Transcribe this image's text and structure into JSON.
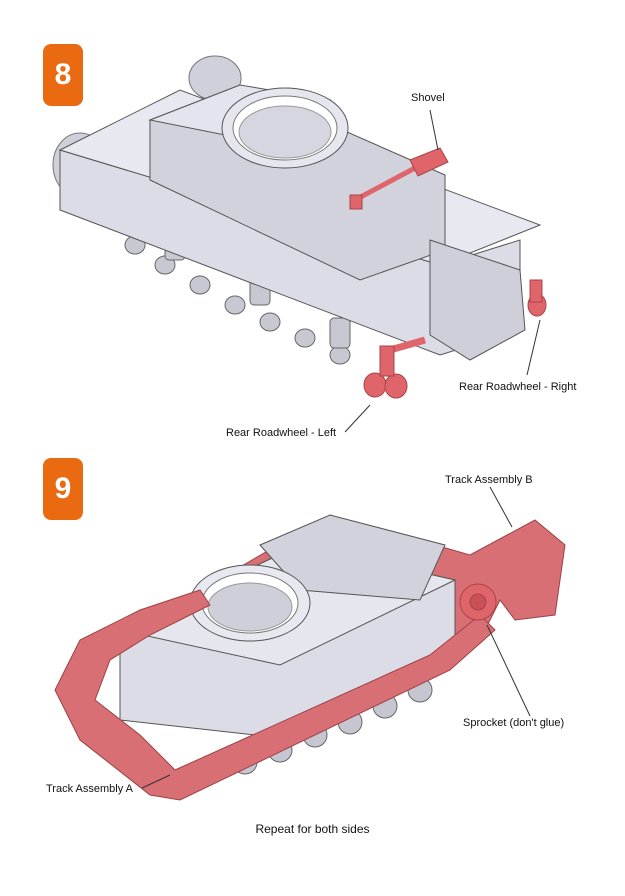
{
  "steps": [
    {
      "number": "8",
      "labels": {
        "shovel": "Shovel",
        "rear_right": "Rear Roadwheel - Right",
        "rear_left": "Rear Roadwheel - Left"
      }
    },
    {
      "number": "9",
      "labels": {
        "track_b": "Track Assembly B",
        "sprocket": "Sprocket (don't glue)",
        "track_a": "Track Assembly A"
      }
    }
  ],
  "footer": "Repeat for both sides",
  "colors": {
    "badge": "#ea6a12",
    "part_highlight": "#e0656a",
    "hull": "#dcdce6",
    "hull_dark": "#b9b9c6",
    "line": "#333333"
  }
}
